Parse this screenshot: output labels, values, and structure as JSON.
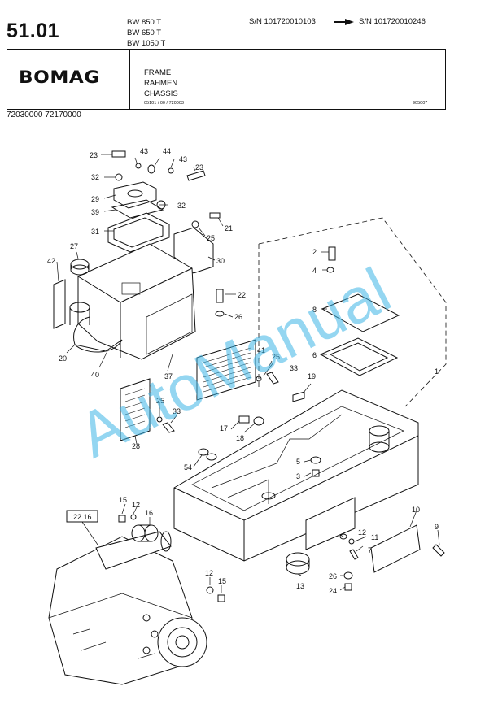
{
  "header": {
    "page_number": "51.01",
    "models": [
      "BW 850 T",
      "BW 650 T",
      "BW 1050 T"
    ],
    "serial_from": "S/N 101720010103",
    "serial_to": "S/N 101720010246",
    "logo_text": "BOMAG",
    "titles": [
      "FRAME",
      "RAHMEN",
      "CHASSIS"
    ],
    "doc_code": "05101 / 00 / 720003",
    "figure_code": "905007",
    "part_numbers": "72030000   72170000"
  },
  "reference_box": "22.16",
  "watermark": "AutoManual",
  "callouts": {
    "c23a": "23",
    "c43a": "43",
    "c44": "44",
    "c43b": "43",
    "c23b": "23",
    "c32a": "32",
    "c29": "29",
    "c32b": "32",
    "c39": "39",
    "c21": "21",
    "c31": "31",
    "c25a": "25",
    "c27": "27",
    "c30": "30",
    "c42": "42",
    "c22": "22",
    "c26a": "26",
    "c20": "20",
    "c37": "37",
    "c40": "40",
    "c41": "41",
    "c25b": "25",
    "c33a": "33",
    "c2": "2",
    "c4": "4",
    "c8": "8",
    "c6": "6",
    "c1": "1",
    "c19": "19",
    "c25c": "25",
    "c33b": "33",
    "c28": "28",
    "c17": "17",
    "c18": "18",
    "c5": "5",
    "c3": "3",
    "c54": "54",
    "c15a": "15",
    "c12a": "12",
    "c16": "16",
    "c10": "10",
    "c9": "9",
    "c12b": "12",
    "c11": "11",
    "c7": "7",
    "c26b": "26",
    "c24": "24",
    "c13": "13",
    "c12c": "12",
    "c15b": "15"
  },
  "colors": {
    "ink": "#111111",
    "watermark": "#3cb4e6"
  }
}
